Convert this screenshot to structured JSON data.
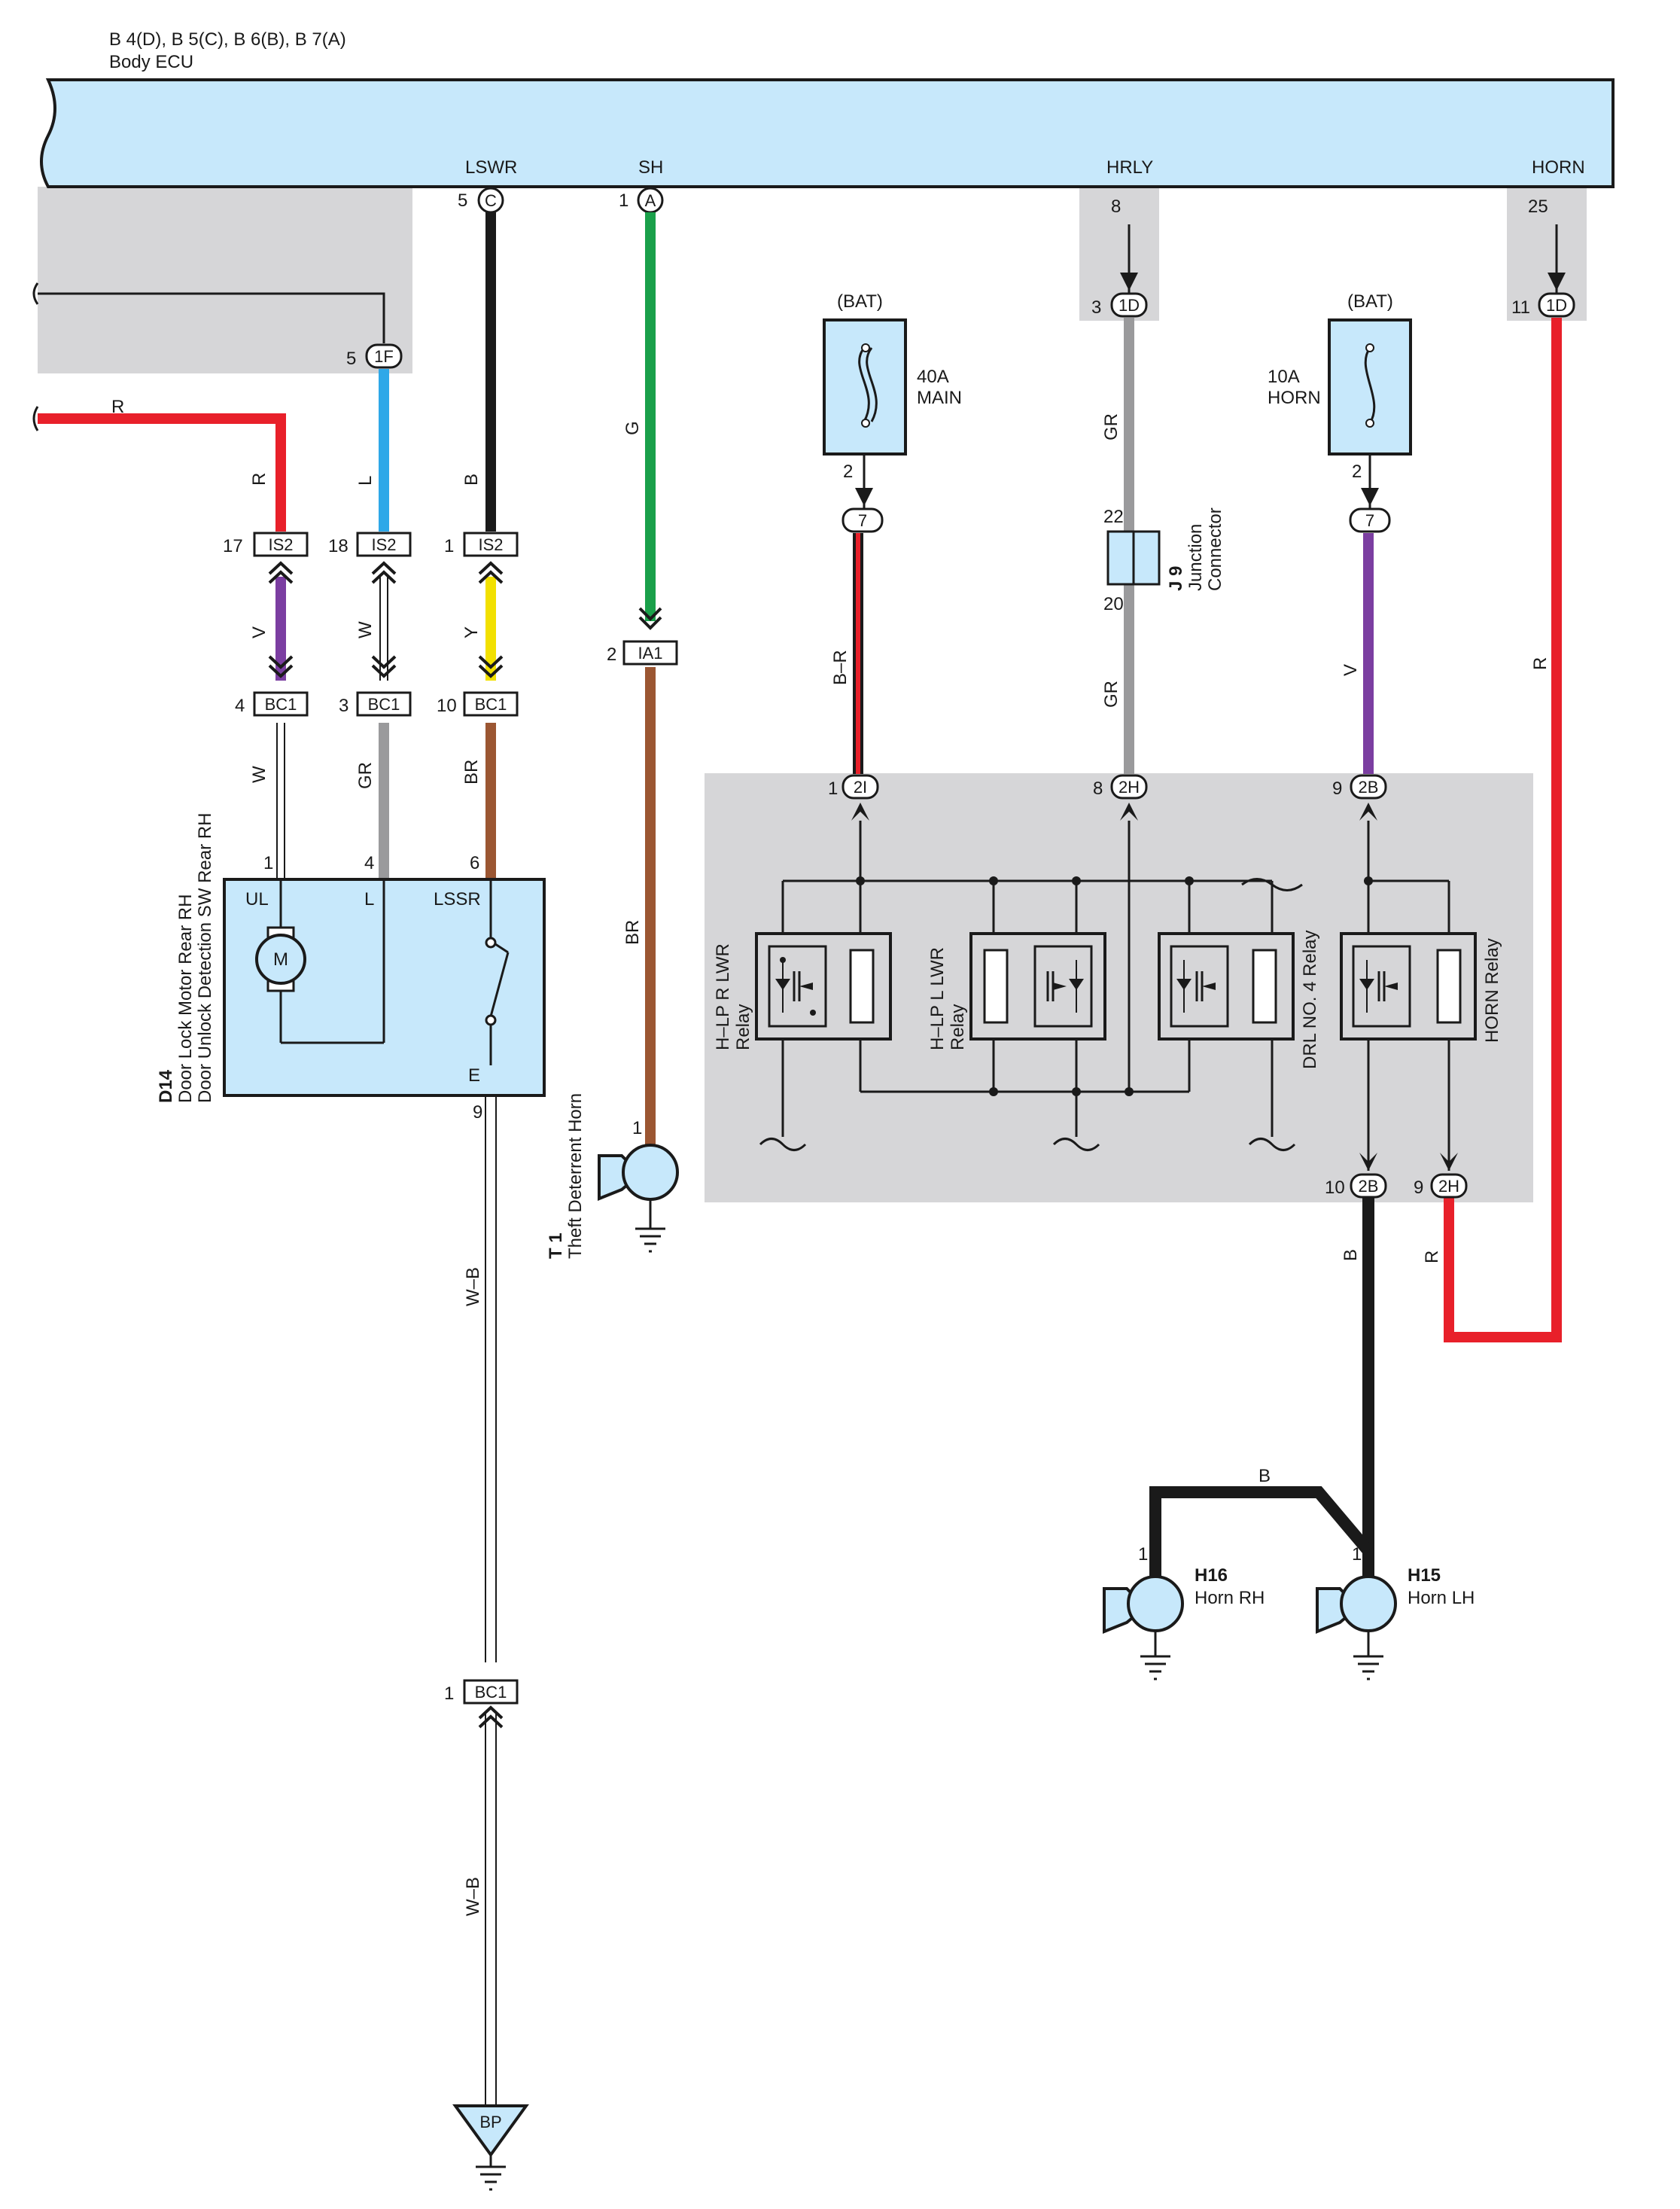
{
  "ecu": {
    "connectors": "B 4(D), B 5(C), B 6(B), B 7(A)",
    "name": "Body ECU",
    "terminals": {
      "lswr": {
        "name": "LSWR",
        "pin": "5",
        "conn": "C"
      },
      "sh": {
        "name": "SH",
        "pin": "1",
        "conn": "A"
      },
      "hrly": {
        "name": "HRLY",
        "pin": "8"
      },
      "horn": {
        "name": "HORN",
        "pin": "25"
      }
    }
  },
  "connectors": {
    "c1f": {
      "pin": "5",
      "id": "1F"
    },
    "is2_17": {
      "pin": "17",
      "id": "IS2"
    },
    "is2_18": {
      "pin": "18",
      "id": "IS2"
    },
    "is2_1": {
      "pin": "1",
      "id": "IS2"
    },
    "bc1_4": {
      "pin": "4",
      "id": "BC1"
    },
    "bc1_3": {
      "pin": "3",
      "id": "BC1"
    },
    "bc1_10": {
      "pin": "10",
      "id": "BC1"
    },
    "bc1_1": {
      "pin": "1",
      "id": "BC1"
    },
    "ia1": {
      "pin": "2",
      "id": "IA1"
    },
    "c1d_3": {
      "pin": "3",
      "id": "1D"
    },
    "c1d_11": {
      "pin": "11",
      "id": "1D"
    },
    "c7_main": {
      "pin": "2",
      "id": "7"
    },
    "c7_horn": {
      "pin": "2",
      "id": "7"
    },
    "c2i": {
      "pin": "1",
      "id": "2I"
    },
    "c2h_8": {
      "pin": "8",
      "id": "2H"
    },
    "c2b_9": {
      "pin": "9",
      "id": "2B"
    },
    "c2b_10": {
      "pin": "10",
      "id": "2B"
    },
    "c2h_9": {
      "pin": "9",
      "id": "2H"
    },
    "bp": "BP"
  },
  "wires": {
    "r_top": "R",
    "r_v": "R",
    "l": "L",
    "b_lswr": "B",
    "g": "G",
    "v_is2": "V",
    "w_is2": "W",
    "y_is2": "Y",
    "w_d14": "W",
    "gr_d14": "GR",
    "br_d14": "BR",
    "br_t1": "BR",
    "wb_1": "W–B",
    "wb_2": "W–B",
    "gr_hrly": "GR",
    "gr_hrly2": "GR",
    "br_main": "B–R",
    "v_horn": "V",
    "r_horn": "R",
    "b_2b": "B",
    "r_2h": "R",
    "b_horns": "B"
  },
  "fuses": {
    "main": {
      "source": "(BAT)",
      "rating": "40A",
      "name": "MAIN"
    },
    "horn": {
      "source": "(BAT)",
      "rating": "10A",
      "name": "HORN"
    }
  },
  "junction": {
    "pin_top": "22",
    "pin_bottom": "20",
    "id": "J 9",
    "name1": "Junction",
    "name2": "Connector"
  },
  "d14": {
    "id": "D14",
    "name1": "Door Lock Motor Rear RH",
    "name2": "Door Unlock Detection SW Rear RH",
    "pins": {
      "ul": "1",
      "l": "4",
      "lssr": "6",
      "e": "9"
    },
    "labels": {
      "ul": "UL",
      "l": "L",
      "lssr": "LSSR",
      "e": "E",
      "motor": "M"
    }
  },
  "t1": {
    "id": "T 1",
    "name": "Theft Deterrent Horn",
    "pin": "1"
  },
  "relays": {
    "hlp_r_1": "H–LP R LWR",
    "hlp_r_2": "Relay",
    "hlp_l_1": "H–LP L LWR",
    "hlp_l_2": "Relay",
    "drl": "DRL NO. 4 Relay",
    "horn": "HORN Relay"
  },
  "horns": {
    "rh": {
      "id": "H16",
      "name": "Horn RH",
      "pin": "1"
    },
    "lh": {
      "id": "H15",
      "name": "Horn LH",
      "pin": "1"
    }
  },
  "colors": {
    "ecu_fill": "#c7e8fb",
    "shade": "#d6d6d8",
    "red": "#e8202a",
    "blue": "#2ea8e8",
    "green": "#1aa04a",
    "violet": "#7b3ea1",
    "yellow": "#f2e000",
    "brown": "#9b5632",
    "gray": "#9a9a9c"
  }
}
